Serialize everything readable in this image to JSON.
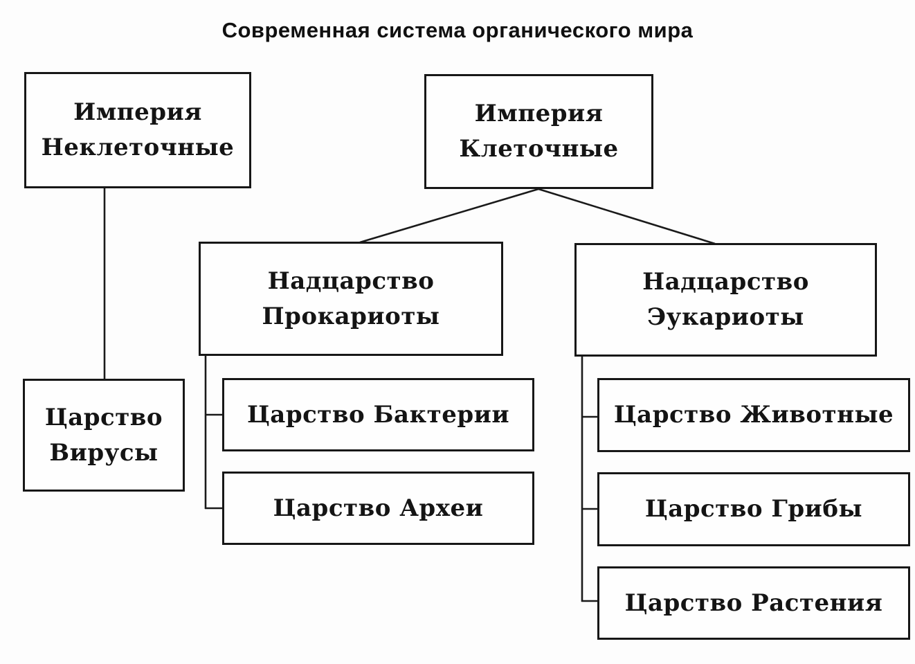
{
  "title": "Современная система органического мира",
  "colors": {
    "ink": "#1a1a1a",
    "paper": "#fdfdfd"
  },
  "diagram": {
    "nodes": {
      "empire_noncellular": {
        "label": "Империя Неклеточные",
        "lines": [
          "Империя",
          "Неклеточные"
        ]
      },
      "empire_cellular": {
        "label": "Империя Клеточные",
        "lines": [
          "Империя",
          "Клеточные"
        ]
      },
      "superkingdom_prokaryotes": {
        "label": "Надцарство Прокариоты",
        "lines": [
          "Надцарство",
          "Прокариоты"
        ]
      },
      "superkingdom_eukaryotes": {
        "label": "Надцарство Эукариоты",
        "lines": [
          "Надцарство",
          "Эукариоты"
        ]
      },
      "kingdom_viruses": {
        "label": "Царство Вирусы",
        "lines": [
          "Царство",
          "Вирусы"
        ]
      },
      "kingdom_bacteria": {
        "label": "Царство Бактерии",
        "lines": [
          "Царство Бактерии"
        ]
      },
      "kingdom_archaea": {
        "label": "Царство Археи",
        "lines": [
          "Царство Археи"
        ]
      },
      "kingdom_animals": {
        "label": "Царство Животные",
        "lines": [
          "Царство Животные"
        ]
      },
      "kingdom_fungi": {
        "label": "Царство Грибы",
        "lines": [
          "Царство Грибы"
        ]
      },
      "kingdom_plants": {
        "label": "Царство Растения",
        "lines": [
          "Царство Растения"
        ]
      }
    },
    "edges": [
      {
        "from": "empire_noncellular",
        "to": "kingdom_viruses"
      },
      {
        "from": "empire_cellular",
        "to": "superkingdom_prokaryotes"
      },
      {
        "from": "empire_cellular",
        "to": "superkingdom_eukaryotes"
      },
      {
        "from": "superkingdom_prokaryotes",
        "to": "kingdom_bacteria"
      },
      {
        "from": "superkingdom_prokaryotes",
        "to": "kingdom_archaea"
      },
      {
        "from": "superkingdom_eukaryotes",
        "to": "kingdom_animals"
      },
      {
        "from": "superkingdom_eukaryotes",
        "to": "kingdom_fungi"
      },
      {
        "from": "superkingdom_eukaryotes",
        "to": "kingdom_plants"
      }
    ]
  }
}
